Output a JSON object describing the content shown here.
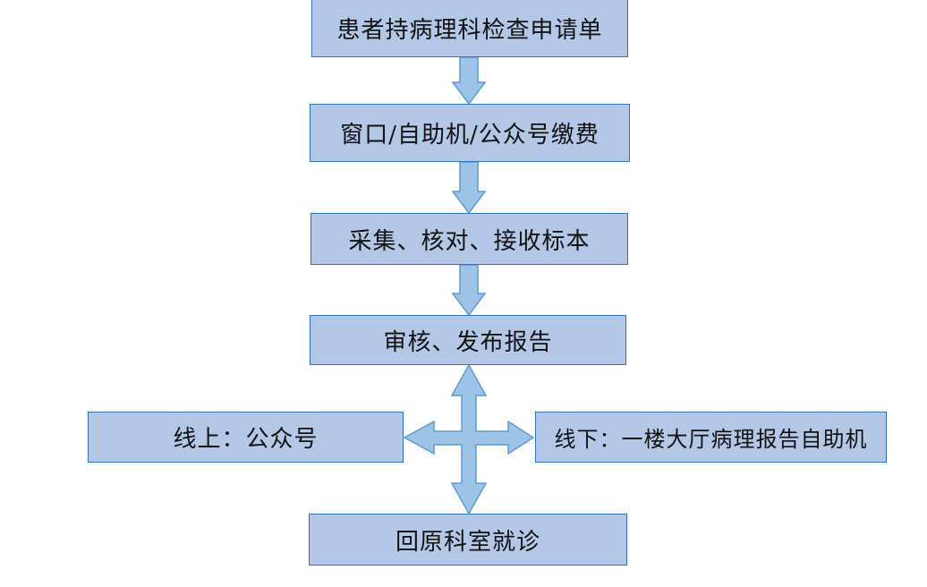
{
  "flowchart": {
    "steps": [
      {
        "label": "患者持病理科检查申请单"
      },
      {
        "label": "窗口/自助机/公众号缴费"
      },
      {
        "label": "采集、核对、接收标本"
      },
      {
        "label": "审核、发布报告"
      }
    ],
    "branches": {
      "online": {
        "label": "线上：公众号"
      },
      "offline": {
        "label": "线下：一楼大厅病理报告自助机"
      },
      "final": {
        "label": "回原科室就诊"
      }
    }
  },
  "colors": {
    "box_fill": "#b4c7e7",
    "box_border": "#2e75b6",
    "arrow_fill": "#9dc3e6",
    "arrow_stroke": "#5b9bd5"
  }
}
